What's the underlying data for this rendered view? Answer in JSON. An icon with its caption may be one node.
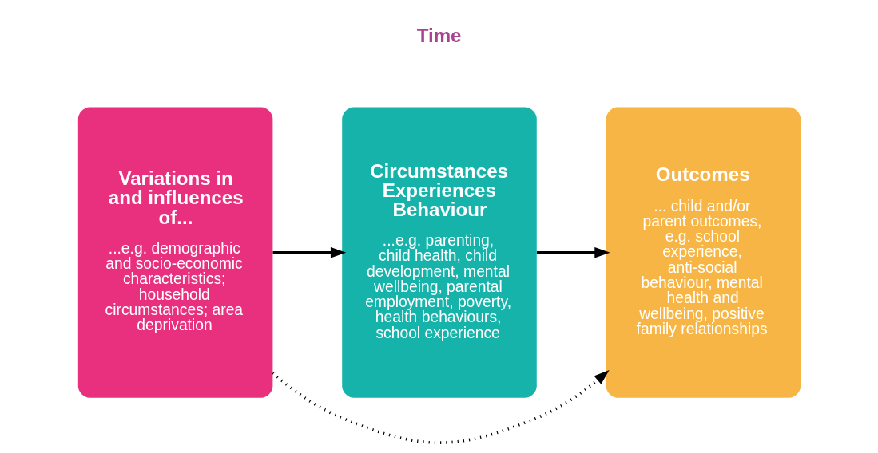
{
  "diagram": {
    "nodes": [
      {
        "text": [
          "Variations in and influences of...",
          "...e.g. demographic and socio-economic characteristics; household circumstances; area deprivation"
        ]
      },
      {
        "text": [
          "Circumstances Experiences Behaviour",
          "...e.g. parenting, child health, child development, mental wellbeing, parental employment, poverty, health behaviours, school experience"
        ]
      },
      {
        "text": [
          "Outcomes",
          "... child and/or parent outcomes, e.g. school experience, anti-social behaviour, mental health and wellbeing, positive family relationships"
        ]
      }
    ],
    "edges": [
      {
        "from": 0,
        "to": 1,
        "arrow": "to"
      },
      {
        "from": 1,
        "to": 2,
        "arrow": "to"
      },
      {
        "from": 0,
        "to": 2,
        "arrow": "to",
        "style": "dashed"
      }
    ],
    "labels": [
      "Time"
    ]
  }
}
